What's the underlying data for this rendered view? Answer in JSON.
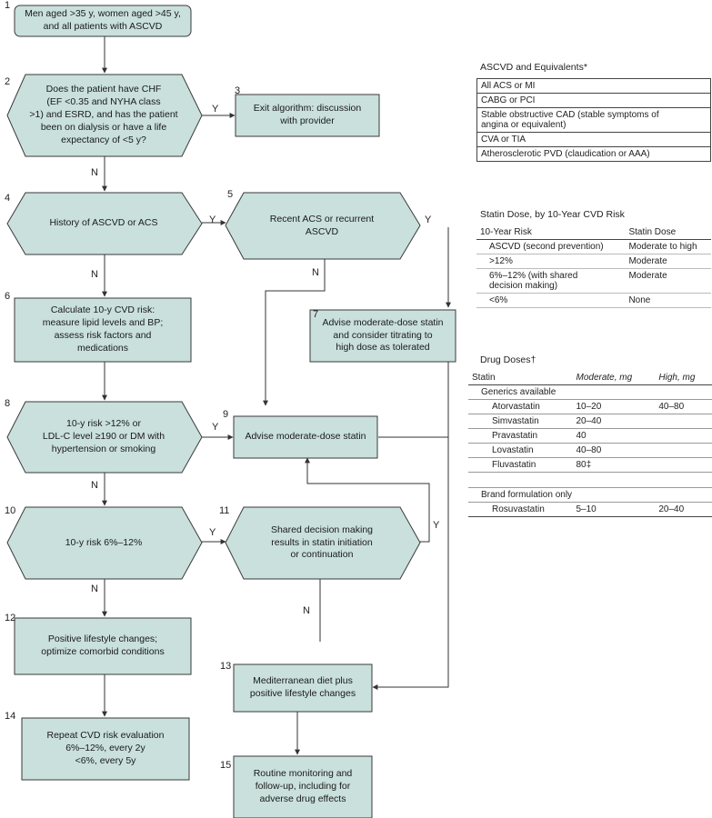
{
  "nodes": [
    {
      "num": "1",
      "text": "Men aged >35 y, women aged >45 y,\nand all patients with ASCVD"
    },
    {
      "num": "2",
      "text": "Does the patient have CHF\n(EF <0.35 and NYHA class\n>1) and ESRD, and has the patient\nbeen on dialysis or have a life\nexpectancy of <5 y?"
    },
    {
      "num": "3",
      "text": "Exit algorithm: discussion\nwith provider"
    },
    {
      "num": "4",
      "text": "History of ASCVD or ACS"
    },
    {
      "num": "5",
      "text": "Recent ACS or recurrent\nASCVD"
    },
    {
      "num": "6",
      "text": "Calculate 10-y CVD risk:\nmeasure lipid levels and BP;\nassess risk factors and\nmedications"
    },
    {
      "num": "7",
      "text": "Advise moderate-dose statin\nand consider titrating to\nhigh dose as tolerated"
    },
    {
      "num": "8",
      "text": "10-y risk >12% or\nLDL-C level ≥190 or DM with\nhypertension or smoking"
    },
    {
      "num": "9",
      "text": "Advise moderate-dose statin"
    },
    {
      "num": "10",
      "text": "10-y risk 6%–12%"
    },
    {
      "num": "11",
      "text": "Shared decision making\nresults in statin initiation\nor continuation"
    },
    {
      "num": "12",
      "text": "Positive lifestyle changes;\noptimize comorbid conditions"
    },
    {
      "num": "13",
      "text": "Mediterranean diet plus\npositive lifestyle changes"
    },
    {
      "num": "14",
      "text": "Repeat CVD risk evaluation\n6%–12%, every 2y\n<6%, every 5y"
    },
    {
      "num": "15",
      "text": "Routine monitoring and\nfollow-up, including for\nadverse drug effects"
    }
  ],
  "edge_labels": [
    "Y",
    "N",
    "Y",
    "N",
    "N",
    "Y",
    "N",
    "Y",
    "Y",
    "N",
    "N"
  ],
  "ascvd_table": {
    "title": "ASCVD and Equivalents*",
    "rows": [
      "All ACS or MI",
      "CABG or PCI",
      "Stable obstructive CAD (stable symptoms of\nangina or equivalent)",
      "CVA or TIA",
      "Atherosclerotic PVD (claudication or AAA)"
    ]
  },
  "dose_risk_table": {
    "title": "Statin Dose, by 10-Year CVD Risk",
    "headers": [
      "10-Year Risk",
      "Statin Dose"
    ],
    "rows": [
      [
        "ASCVD (second prevention)",
        "Moderate to high"
      ],
      [
        ">12%",
        "Moderate"
      ],
      [
        "6%–12% (with shared\ndecision making)",
        "Moderate"
      ],
      [
        "<6%",
        "None"
      ]
    ]
  },
  "drug_table": {
    "title": "Drug Doses†",
    "headers": [
      "Statin",
      "Moderate, mg",
      "High, mg"
    ],
    "group1": "Generics available",
    "generics": [
      [
        "Atorvastatin",
        "10–20",
        "40–80"
      ],
      [
        "Simvastatin",
        "20–40",
        ""
      ],
      [
        "Pravastatin",
        "40",
        ""
      ],
      [
        "Lovastatin",
        "40–80",
        ""
      ],
      [
        "Fluvastatin",
        "80‡",
        ""
      ]
    ],
    "group2": "Brand formulation only",
    "brand": [
      [
        "Rosuvastatin",
        "5–10",
        "20–40"
      ]
    ]
  },
  "colors": {
    "box_fill": "#c9e0dc",
    "box_stroke": "#3a3a3a",
    "line": "#333333"
  }
}
